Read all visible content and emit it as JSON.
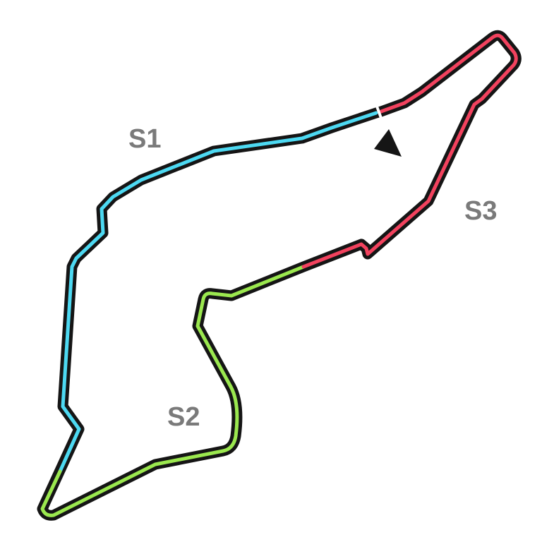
{
  "sectors": [
    {
      "label": "S1",
      "color": "#4dd9f2"
    },
    {
      "label": "S2",
      "color": "#9be84f"
    },
    {
      "label": "S3",
      "color": "#f2425e"
    }
  ],
  "start_finish_marker": {
    "color": "#ffffff"
  },
  "direction_arrow": {
    "color": "#151515",
    "icon": "direction-arrow-icon"
  },
  "track_outline_color": "#151515"
}
